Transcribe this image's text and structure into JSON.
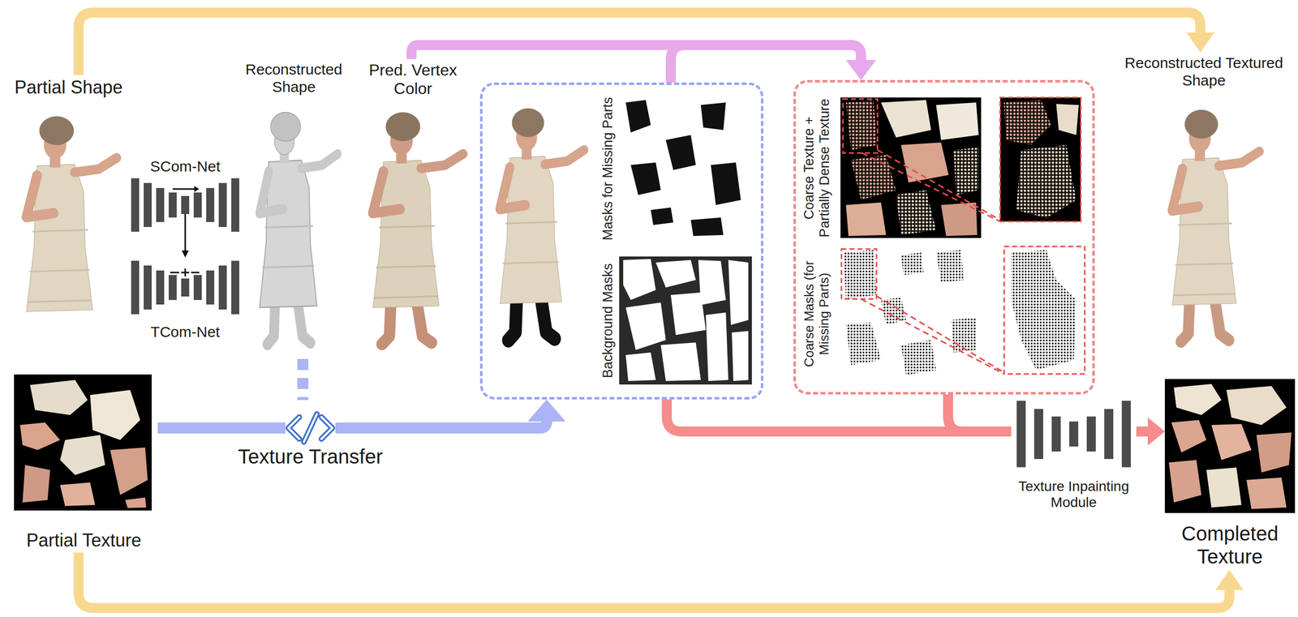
{
  "diagram": {
    "nodes": [
      {
        "text": [
          "Partial Shape"
        ]
      },
      {
        "text": [
          "SCom-Net"
        ]
      },
      {
        "text": [
          "TCom-Net"
        ]
      },
      {
        "text": [
          "Reconstructed Shape"
        ]
      },
      {
        "text": [
          "Pred. Vertex Color"
        ]
      },
      {
        "text": []
      },
      {
        "text": [
          "Masks for Missing Parts"
        ],
        "in": 5
      },
      {
        "text": [
          "Background Masks"
        ],
        "in": 5
      },
      {
        "text": []
      },
      {
        "text": [
          "Coarse Texture + Partially Dense Texture"
        ],
        "in": 8
      },
      {
        "text": [
          "Coarse Masks (for Missing Parts)"
        ],
        "in": 8
      },
      {
        "text": [
          "Reconstructed Textured Shape"
        ]
      },
      {
        "text": [
          "Partial Texture"
        ]
      },
      {
        "text": [
          "Texture Transfer"
        ]
      },
      {
        "text": [
          "Texture Inpainting Module"
        ]
      },
      {
        "text": [
          "Completed Texture"
        ]
      }
    ],
    "edges": [
      {
        "from": 0,
        "to": 11,
        "arrow": "to"
      },
      {
        "from": 12,
        "to": 15,
        "arrow": "to"
      },
      {
        "from": 1,
        "to": 2,
        "arrow": "to"
      },
      {
        "from": 12,
        "to": 13,
        "arrow": "none"
      },
      {
        "from": 3,
        "to": 13,
        "arrow": "none"
      },
      {
        "from": 13,
        "to": 5,
        "arrow": "to"
      },
      {
        "from": 4,
        "to": 8,
        "arrow": "to"
      },
      {
        "from": 5,
        "to": 8,
        "arrow": "to"
      },
      {
        "from": 5,
        "to": 14,
        "arrow": "none"
      },
      {
        "from": 8,
        "to": 14,
        "arrow": "none"
      },
      {
        "from": 14,
        "to": 15,
        "arrow": "to"
      }
    ]
  }
}
